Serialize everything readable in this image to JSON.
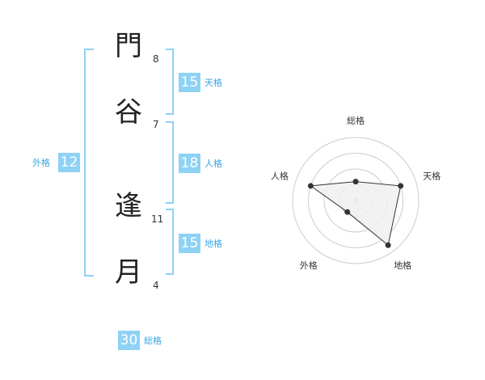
{
  "name_chars": [
    {
      "char": "門",
      "strokes": "8"
    },
    {
      "char": "谷",
      "strokes": "7"
    },
    {
      "char": "逢",
      "strokes": "11"
    },
    {
      "char": "月",
      "strokes": "4"
    }
  ],
  "kakusu": {
    "tenkaku": {
      "value": "15",
      "label": "天格"
    },
    "jinkaku": {
      "value": "18",
      "label": "人格"
    },
    "chikaku": {
      "value": "15",
      "label": "地格"
    },
    "gaikaku": {
      "value": "12",
      "label": "外格"
    },
    "soukaku": {
      "value": "30",
      "label": "総格"
    }
  },
  "chart_data": {
    "type": "radar",
    "axes": [
      "総格",
      "天格",
      "地格",
      "外格",
      "人格"
    ],
    "levels": 4,
    "values": [
      1.2,
      3.0,
      3.5,
      0.9,
      3.0
    ],
    "max": 4,
    "colors": {
      "fill": "#f0f0f0",
      "stroke": "#333333",
      "grid": "#cccccc"
    }
  },
  "colors": {
    "accent": "#8ed2f5",
    "label": "#3aa6e0"
  }
}
